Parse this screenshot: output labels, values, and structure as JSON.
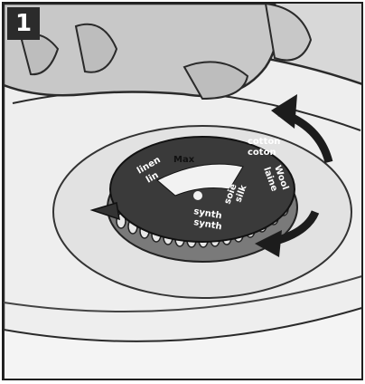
{
  "step": {
    "number": "1"
  },
  "dial": {
    "labels_left": [
      "linen",
      "lin"
    ],
    "labels_top": [
      "cotton",
      "coton"
    ],
    "labels_right": [
      "Wool",
      "laine"
    ],
    "labels_mid": [
      "Max",
      "silk",
      "soie"
    ],
    "labels_bottom": [
      "synth",
      "synth"
    ]
  },
  "colors": {
    "dial_face": "#3a3a3a",
    "dial_rim": "#6a6a6a",
    "arrow": "#1c1c1c",
    "body": "#e6e6e6",
    "background": "#d6d6d6"
  },
  "icons": [
    "rotate-clockwise-arrow-icon",
    "rotate-counterclockwise-arrow-icon",
    "pointer-marker-icon",
    "iron-icon"
  ]
}
